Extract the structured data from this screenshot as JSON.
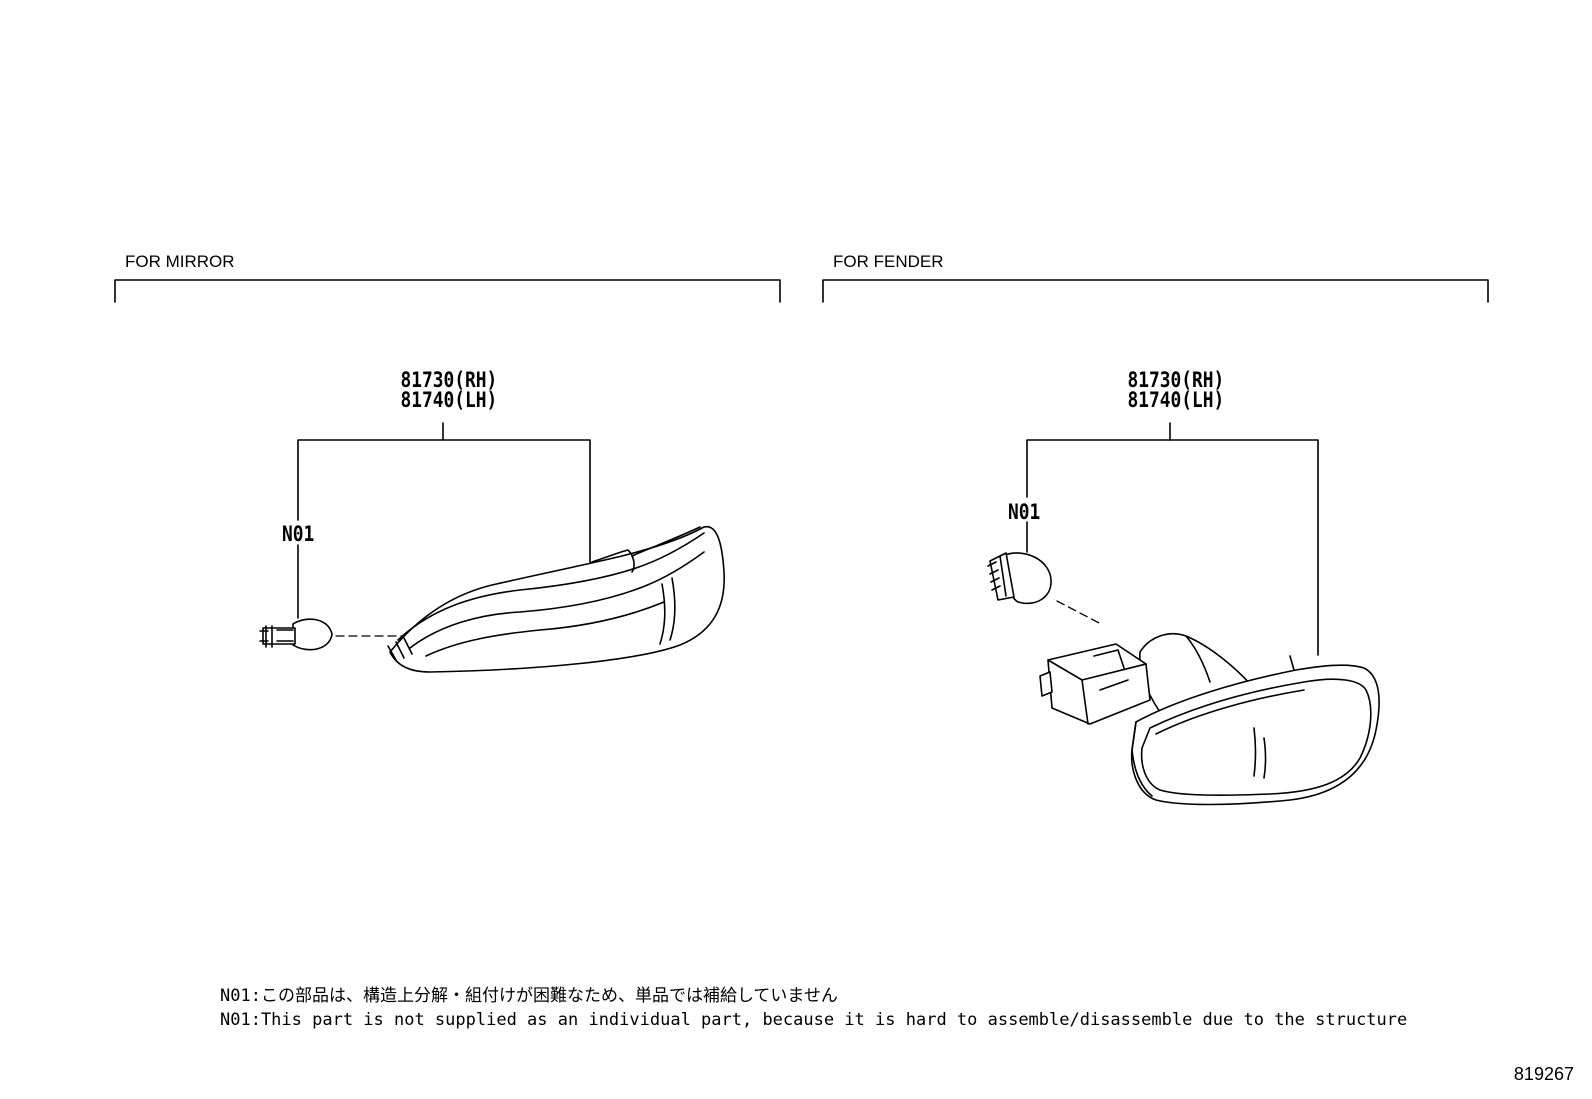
{
  "sections": {
    "mirror": {
      "title": "FOR MIRROR",
      "part_numbers": [
        "81730(RH)",
        "81740(LH)"
      ],
      "callout": "N01"
    },
    "fender": {
      "title": "FOR FENDER",
      "part_numbers": [
        "81730(RH)",
        "81740(LH)"
      ],
      "callout": "N01"
    }
  },
  "notes": [
    "N01:この部品は、構造上分解・組付けが困難なため、単品では補給していません",
    "N01:This part is not supplied as an individual part, because it is hard to assemble/disassemble due to the structure"
  ],
  "diagram_code": "819267"
}
